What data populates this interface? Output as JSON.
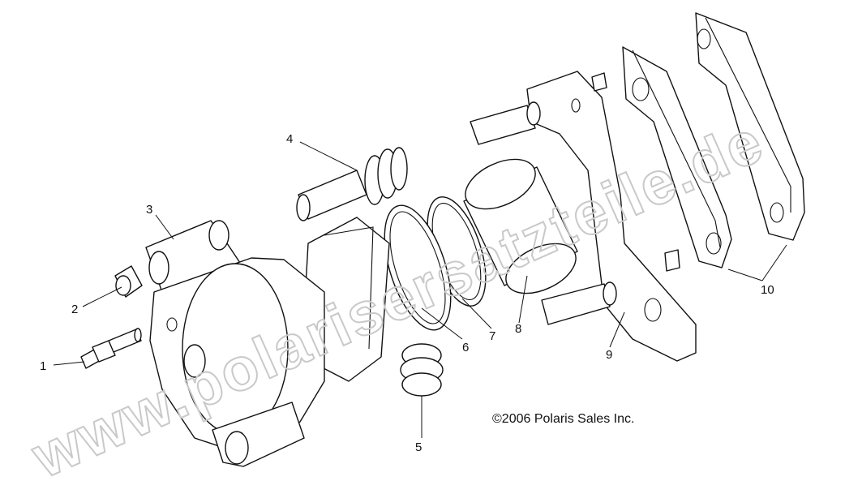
{
  "diagram": {
    "copyright": "©2006 Polaris Sales Inc.",
    "watermark": "www.polarisersatzteile.de",
    "callouts": [
      {
        "id": "1",
        "label": "1"
      },
      {
        "id": "2",
        "label": "2"
      },
      {
        "id": "3",
        "label": "3"
      },
      {
        "id": "4",
        "label": "4"
      },
      {
        "id": "5",
        "label": "5"
      },
      {
        "id": "6",
        "label": "6"
      },
      {
        "id": "7",
        "label": "7"
      },
      {
        "id": "8",
        "label": "8"
      },
      {
        "id": "9",
        "label": "9"
      },
      {
        "id": "10",
        "label": "10"
      }
    ]
  }
}
